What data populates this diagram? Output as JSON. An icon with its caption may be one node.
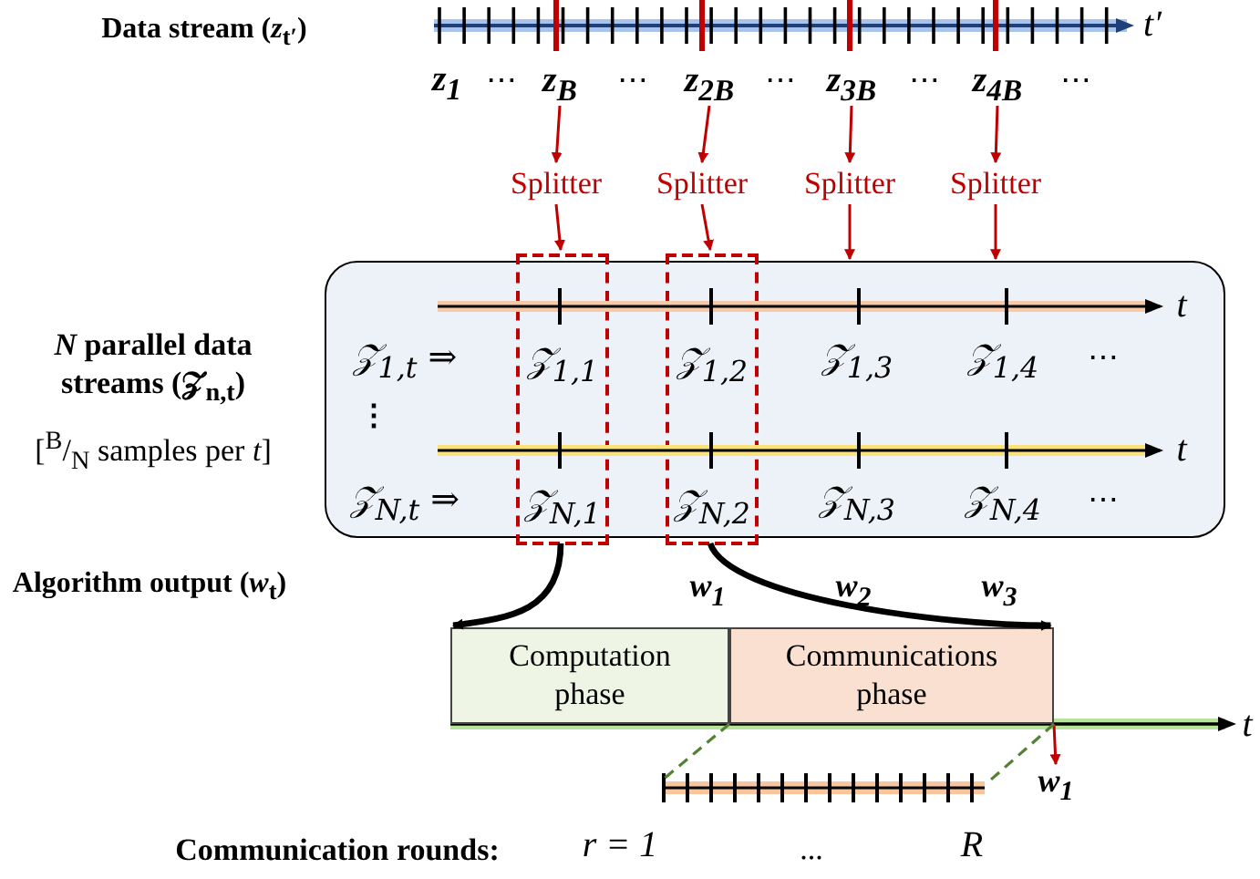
{
  "diagram": {
    "nodes": [
      {
        "text": [],
        "shape": "box"
      },
      {
        "text": [
          "𝒵$_{1,1}$",
          "𝒵$_{N,1}$"
        ],
        "in": 0
      },
      {
        "text": [
          "𝒵$_{1,2}$",
          "𝒵$_{N,2}$"
        ],
        "in": 0
      },
      {
        "text": [
          "Splitter"
        ]
      },
      {
        "text": [
          "Splitter"
        ]
      },
      {
        "text": [
          "Splitter"
        ]
      },
      {
        "text": [
          "Splitter"
        ]
      },
      {
        "text": [
          "z$_{B}$"
        ]
      },
      {
        "text": [
          "z$_{2B}$"
        ]
      },
      {
        "text": [
          "z$_{3B}$"
        ]
      },
      {
        "text": [
          "z$_{4B}$"
        ]
      },
      {
        "text": [
          "Computation phase"
        ]
      },
      {
        "text": [
          "Communications phase"
        ]
      },
      {
        "text": [
          "w$_{1}$"
        ]
      },
      {
        "text": [],
        "shape": "bar"
      }
    ],
    "edges": [
      {
        "from": 7,
        "to": 3,
        "arrow": "to"
      },
      {
        "from": 8,
        "to": 4,
        "arrow": "to"
      },
      {
        "from": 9,
        "to": 5,
        "arrow": "to"
      },
      {
        "from": 10,
        "to": 6,
        "arrow": "to"
      },
      {
        "from": 3,
        "to": 1,
        "arrow": "to"
      },
      {
        "from": 4,
        "to": 2,
        "arrow": "to"
      },
      {
        "from": 5,
        "to": 0,
        "arrow": "to"
      },
      {
        "from": 6,
        "to": 0,
        "arrow": "to"
      },
      {
        "from": 1,
        "to": 11,
        "arrow": "to",
        "style": "thick",
        "color": "#000000"
      },
      {
        "from": 2,
        "to": 12,
        "arrow": "to",
        "style": "thick",
        "color": "#000000"
      },
      {
        "from": 12,
        "to": 13,
        "arrow": "to"
      },
      {
        "from": 12,
        "to": 14,
        "arrow": "none",
        "style": "dashed",
        "color": "#548235"
      },
      {
        "from": 12,
        "to": 14,
        "arrow": "none",
        "style": "dashed",
        "color": "#548235"
      }
    ],
    "labels": [
      "Data stream (*z*$_{t′}$)",
      "t′",
      "z$_{1}$",
      "⋯",
      "⋯",
      "⋯",
      "⋯",
      "⋯",
      "*N* parallel data streams (𝒵$_{n,t}$)",
      "[$^{B}$/$_{N}$ samples per *t*]",
      "t",
      "𝒵$_{1,t}$ ⇒",
      "𝒵$_{1,3}$",
      "𝒵$_{1,4}$",
      "⋯",
      "⋮",
      "t",
      "𝒵$_{N,t}$ ⇒",
      "𝒵$_{N,3}$",
      "𝒵$_{N,4}$",
      "⋯",
      "Algorithm output (*w*$_{t}$)",
      "w$_{1}$",
      "w$_{2}$",
      "w$_{3}$",
      "t",
      "Communication rounds:",
      "r = 1",
      "...",
      "R"
    ]
  }
}
